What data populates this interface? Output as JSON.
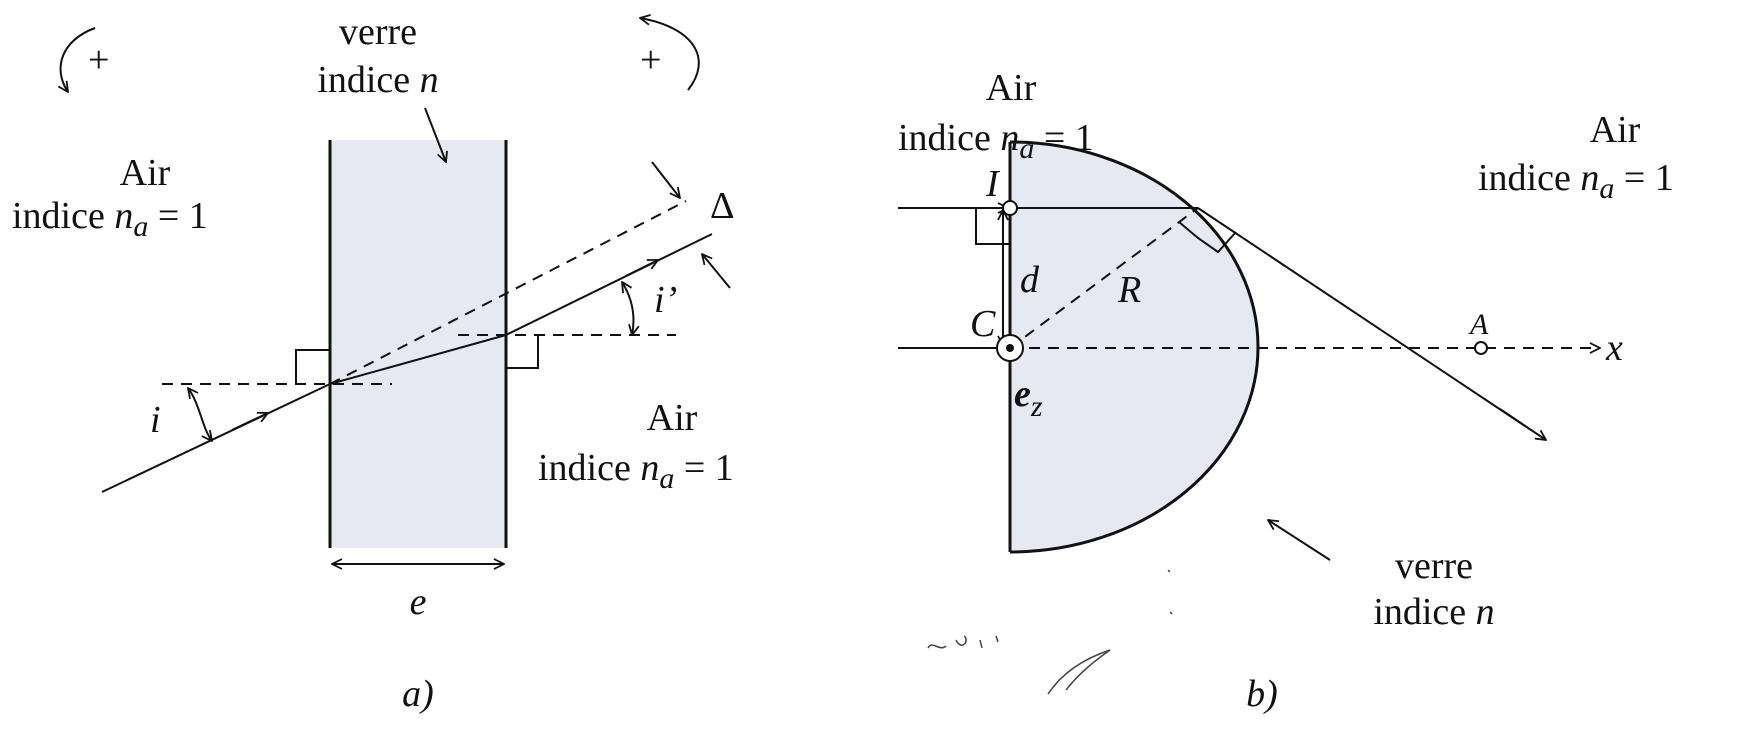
{
  "figure_a": {
    "sign_left": "+",
    "sign_right": "+",
    "glass_top_line1": "verre",
    "glass_top_line2": "indice ",
    "glass_top_n": "n",
    "air_left_line1": "Air",
    "air_left_line2": "indice  ",
    "air_left_n": "n",
    "air_left_sub": "a",
    "air_left_eq": " = 1",
    "air_right_line1": "Air",
    "air_right_line2": "indice  ",
    "air_right_n": "n",
    "air_right_sub": "a",
    "air_right_eq": " = 1",
    "delta": "Δ",
    "angle_i": "i",
    "angle_i_prime": "i’",
    "thickness": "e",
    "caption": "a)"
  },
  "figure_b": {
    "air_left_line1": "Air",
    "air_left_line2": "indice  ",
    "air_left_n": "n",
    "air_left_sub": "a",
    "air_left_eq": " = 1",
    "air_right_line1": "Air",
    "air_right_line2": "indice  ",
    "air_right_n": "n",
    "air_right_sub": "a",
    "air_right_eq": " = 1",
    "point_I": "I",
    "point_C": "C",
    "point_A": "A",
    "distance_d": "d",
    "radius_R": "R",
    "unit_vector": "e",
    "unit_vector_sub": "z",
    "axis_x": "x",
    "glass_line1": "verre",
    "glass_line2": "indice ",
    "glass_n": "n",
    "caption": "b)"
  }
}
